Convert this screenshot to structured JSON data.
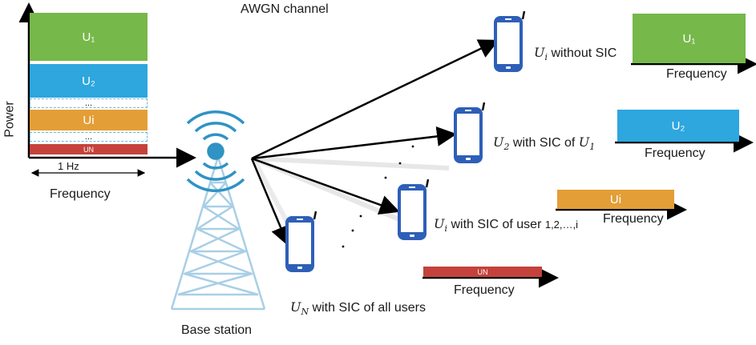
{
  "channel_title": "AWGN channel",
  "power_label": "Power",
  "bandwidth_label": "1 Hz",
  "frequency_label_main": "Frequency",
  "stack": {
    "u1": "U₁",
    "u2": "U₂",
    "dots1": "...",
    "ui": "Ui",
    "dots2": "...",
    "un": "UN"
  },
  "base_station_label": "Base station",
  "receivers": [
    {
      "user": "U",
      "sub": "i",
      "desc": " without SIC",
      "bar_label": "U₁",
      "freq": "Frequency"
    },
    {
      "user": "U",
      "sub": "2",
      "desc": " with  SIC of ",
      "desc_user": "U",
      "desc_sub": "1",
      "bar_label": "U₂",
      "freq": "Frequency"
    },
    {
      "user": "U",
      "sub": "i",
      "desc": " with  SIC of user ",
      "desc_tail": "1,2,…,i",
      "bar_label": "Ui",
      "freq": "Frequency"
    },
    {
      "user": "U",
      "sub": "N",
      "desc": "  with  SIC of all users",
      "bar_label": "UN",
      "freq": "Frequency"
    }
  ],
  "colors": {
    "green": "#76b84a",
    "blue": "#2ea6de",
    "orange": "#e39e37",
    "red": "#c4423b",
    "phone": "#2e5fb8",
    "tower": "#a8cfe6",
    "signal": "#2f93c4"
  }
}
